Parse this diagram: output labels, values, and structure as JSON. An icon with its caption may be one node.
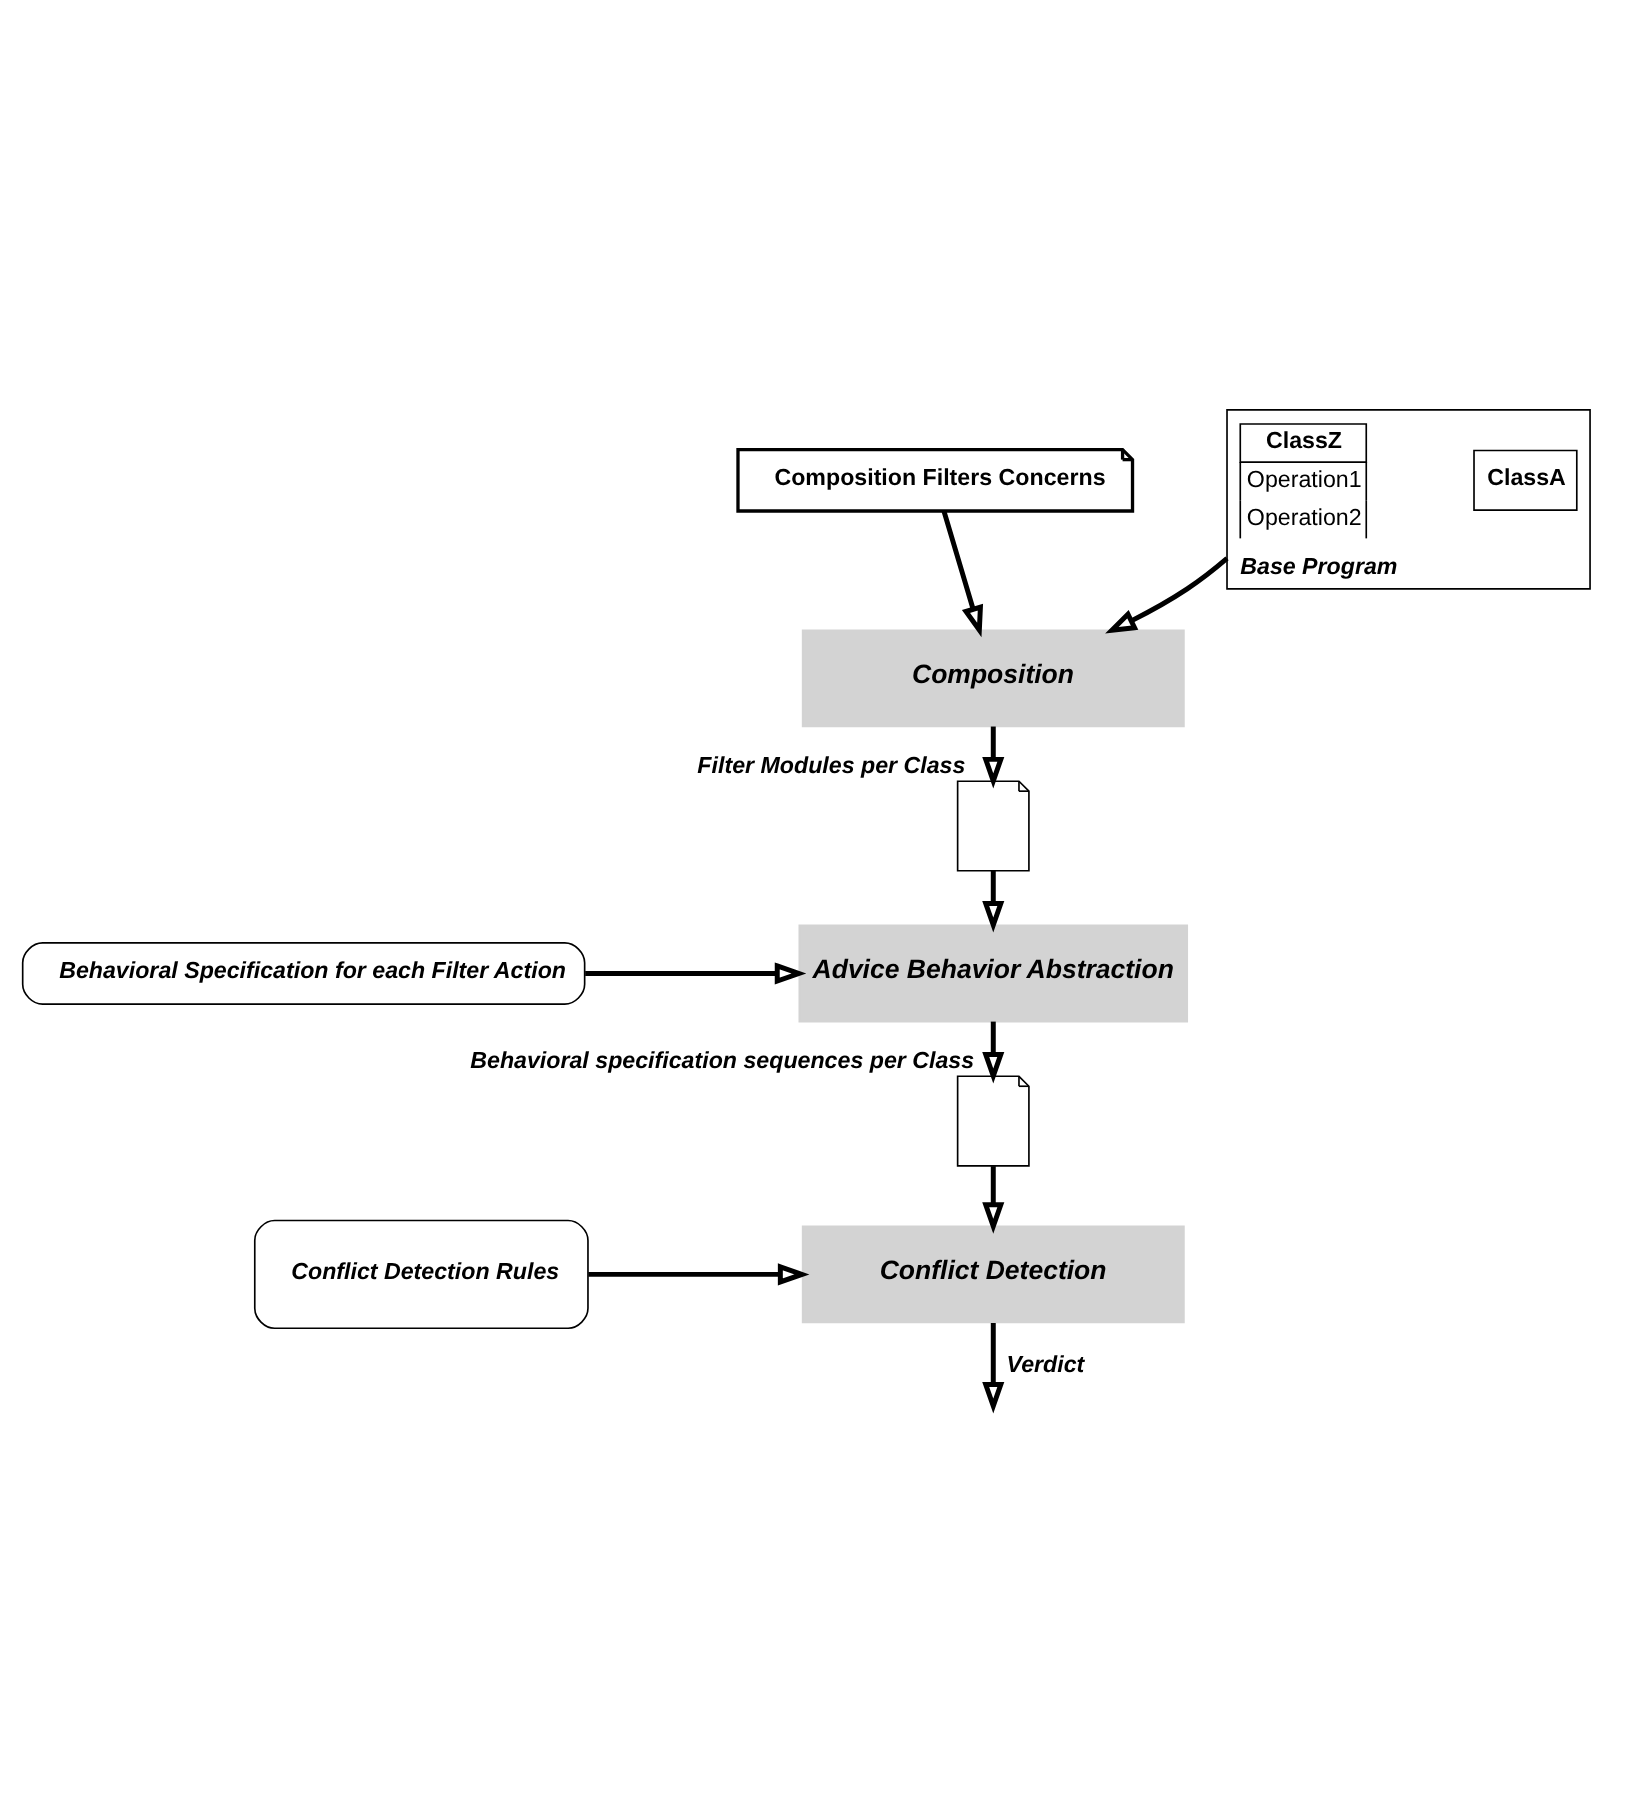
{
  "diagram": {
    "nodes": [
      {
        "text": [
          "Composition Filters Concerns"
        ]
      },
      {
        "text": [
          "Base Program"
        ]
      },
      {
        "text": [
          "ClassA"
        ],
        "in": 1
      },
      {
        "text": [
          "ClassZ",
          "Operation1",
          "Operation2"
        ],
        "in": 1
      },
      {
        "text": [
          "Composition"
        ]
      },
      {
        "text": [],
        "shape": "document",
        "beside": [
          "Filter Modules per Class"
        ]
      },
      {
        "text": [
          "Behavioral Specification for each Filter Action"
        ]
      },
      {
        "text": [
          "Advice Behavior Abstraction"
        ]
      },
      {
        "text": [],
        "shape": "document",
        "beside": [
          "Behavioral specification sequences per Class"
        ]
      },
      {
        "text": [
          "Conflict Detection Rules"
        ]
      },
      {
        "text": [
          "Conflict Detection"
        ]
      }
    ],
    "edges": [
      {
        "from": 0,
        "to": 4,
        "arrow": "to"
      },
      {
        "from": 1,
        "to": 4,
        "arrow": "to"
      },
      {
        "from": 4,
        "to": 5,
        "arrow": "to"
      },
      {
        "from": 5,
        "to": 7,
        "arrow": "to"
      },
      {
        "from": 6,
        "to": 7,
        "arrow": "to"
      },
      {
        "from": 7,
        "to": 8,
        "arrow": "to"
      },
      {
        "from": 8,
        "to": 10,
        "arrow": "to"
      },
      {
        "from": 9,
        "to": 10,
        "arrow": "to"
      },
      {
        "from": 10,
        "to": null,
        "arrow": "to",
        "label": "Verdict"
      }
    ]
  }
}
